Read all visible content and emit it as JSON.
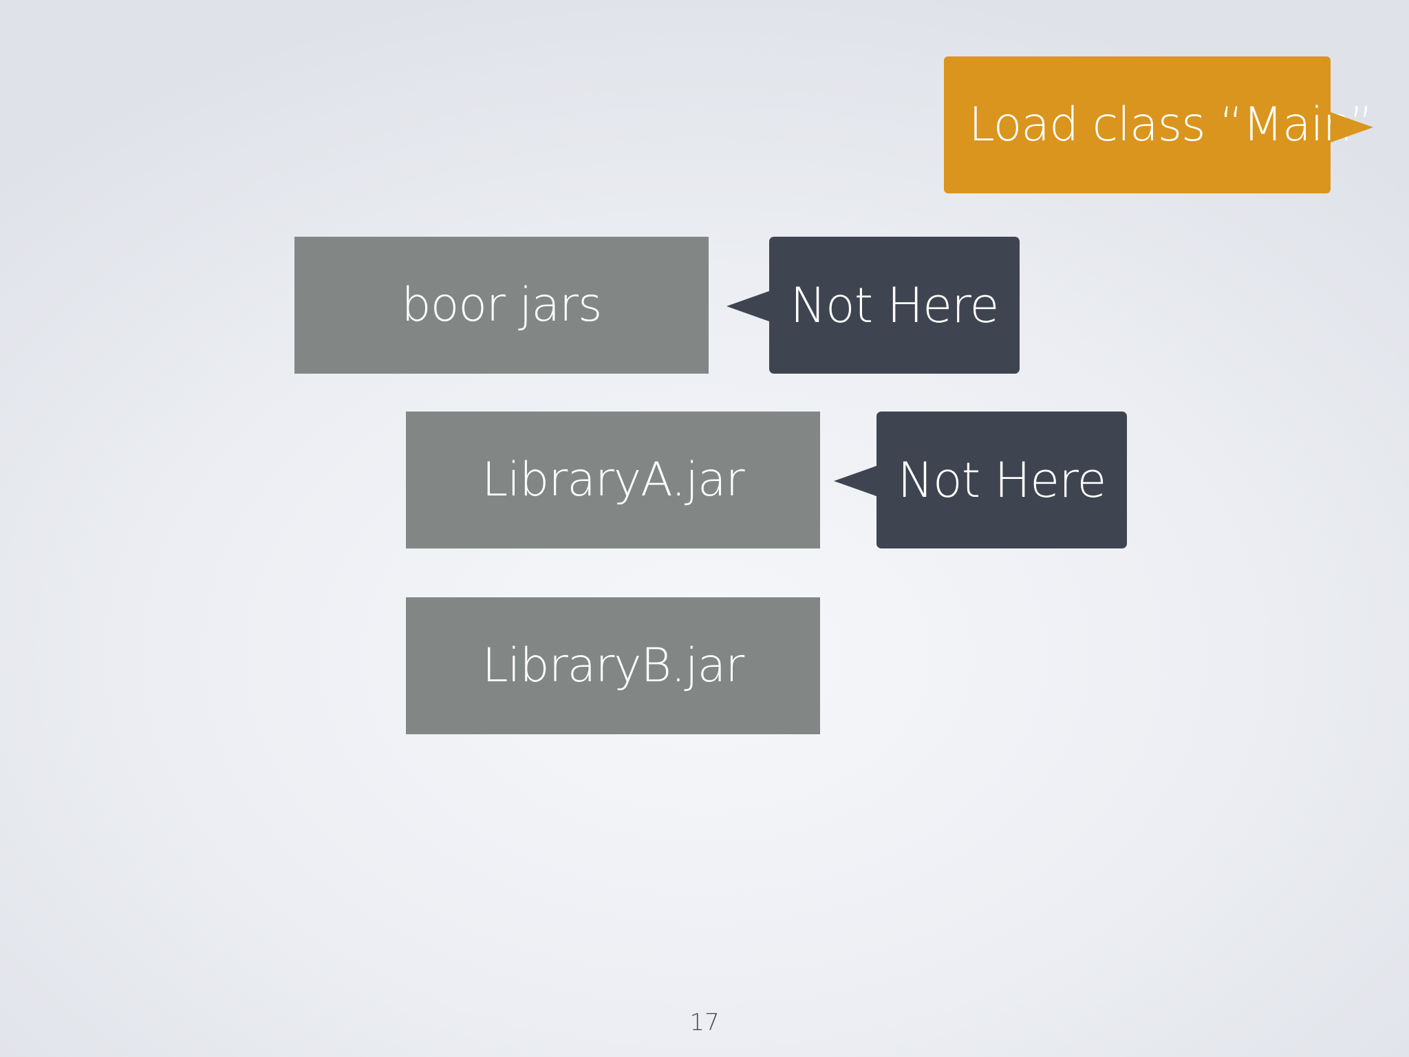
{
  "slide": {
    "load_label": "Load class “Main”",
    "jars": [
      {
        "label": "boor jars"
      },
      {
        "label": "LibraryA.jar"
      },
      {
        "label": "LibraryB.jar"
      }
    ],
    "callouts": [
      {
        "label": "Not Here"
      },
      {
        "label": "Not Here"
      }
    ],
    "page_number": "17"
  },
  "colors": {
    "background": "#eceef3",
    "jar_box": "#828785",
    "callout": "#3e4450",
    "load_callout": "#d9951e",
    "text": "#ffffff"
  }
}
